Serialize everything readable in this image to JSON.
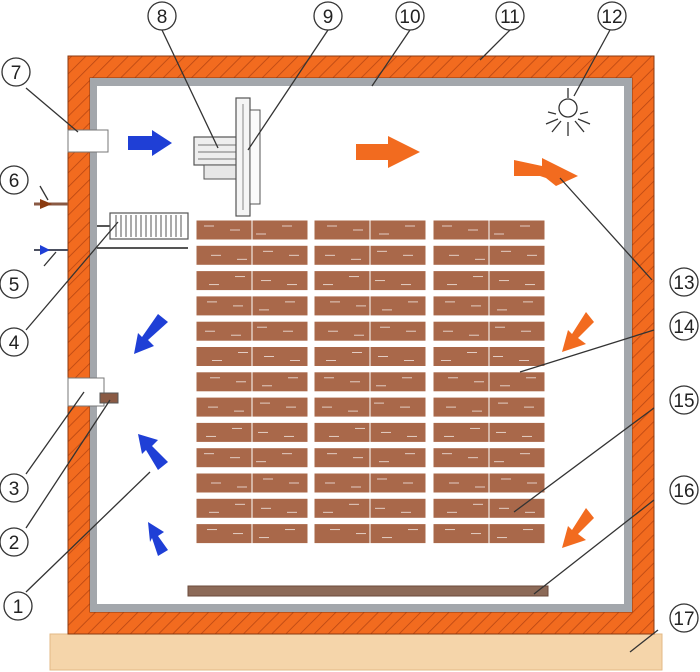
{
  "callouts": [
    {
      "id": "1",
      "label": "1"
    },
    {
      "id": "2",
      "label": "2"
    },
    {
      "id": "3",
      "label": "3"
    },
    {
      "id": "4",
      "label": "4"
    },
    {
      "id": "5",
      "label": "5"
    },
    {
      "id": "6",
      "label": "6"
    },
    {
      "id": "7",
      "label": "7"
    },
    {
      "id": "8",
      "label": "8"
    },
    {
      "id": "9",
      "label": "9"
    },
    {
      "id": "10",
      "label": "10"
    },
    {
      "id": "11",
      "label": "11"
    },
    {
      "id": "12",
      "label": "12"
    },
    {
      "id": "13",
      "label": "13"
    },
    {
      "id": "14",
      "label": "14"
    },
    {
      "id": "15",
      "label": "15"
    },
    {
      "id": "16",
      "label": "16"
    },
    {
      "id": "17",
      "label": "17"
    }
  ],
  "stack": {
    "columns": 3,
    "rows": 13
  },
  "colors": {
    "wall": "#f26b1f",
    "wall_hatch": "#b84612",
    "liner": "#9fa3a8",
    "brick": "#a9684a",
    "brick_mark": "#ffffff",
    "cold_air": "#1f3fd6",
    "hot_air": "#f26b1f",
    "floor": "#f5d5aa",
    "leader": "#333333"
  }
}
